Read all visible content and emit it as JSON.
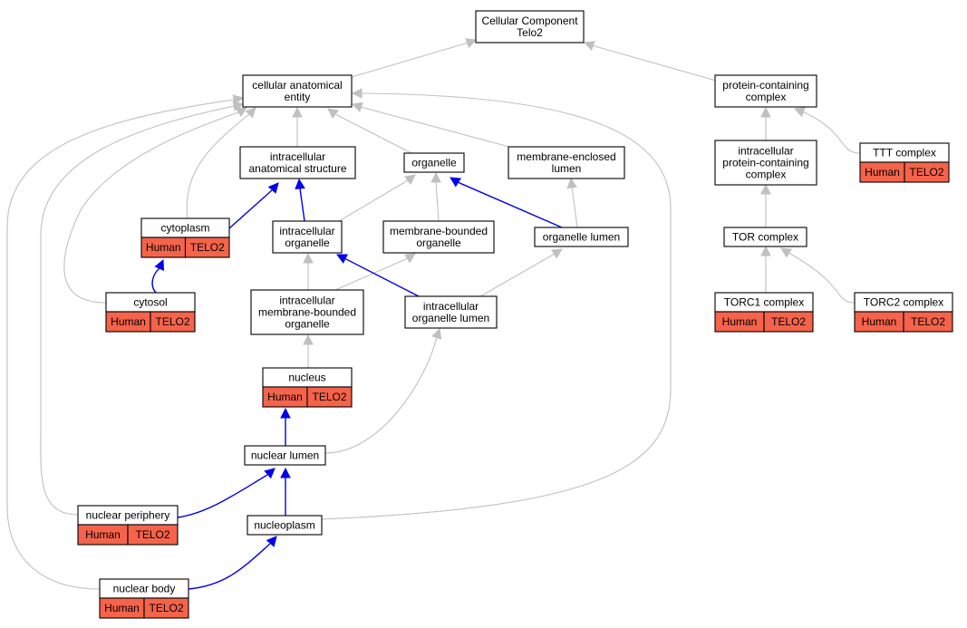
{
  "colors": {
    "gray_edge": "#c0c0c0",
    "blue_edge": "#0000ee",
    "annotation_fill": "#f5634a"
  },
  "nodes": [
    {
      "id": "cc",
      "lines": [
        "Cellular Component",
        "Telo2"
      ]
    },
    {
      "id": "cae",
      "lines": [
        "cellular anatomical",
        "entity"
      ]
    },
    {
      "id": "pcc",
      "lines": [
        "protein-containing",
        "complex"
      ]
    },
    {
      "id": "ias",
      "lines": [
        "intracellular",
        "anatomical structure"
      ]
    },
    {
      "id": "organelle",
      "lines": [
        "organelle"
      ]
    },
    {
      "id": "mel",
      "lines": [
        "membrane-enclosed",
        "lumen"
      ]
    },
    {
      "id": "ipcc",
      "lines": [
        "intracellular",
        "protein-containing",
        "complex"
      ]
    },
    {
      "id": "ttt",
      "lines": [
        "TTT complex"
      ],
      "ann": [
        "Human",
        "TELO2"
      ]
    },
    {
      "id": "cytoplasm",
      "lines": [
        "cytoplasm"
      ],
      "ann": [
        "Human",
        "TELO2"
      ]
    },
    {
      "id": "io",
      "lines": [
        "intracellular",
        "organelle"
      ]
    },
    {
      "id": "mbo",
      "lines": [
        "membrane-bounded",
        "organelle"
      ]
    },
    {
      "id": "ol",
      "lines": [
        "organelle lumen"
      ]
    },
    {
      "id": "tor",
      "lines": [
        "TOR complex"
      ]
    },
    {
      "id": "cytosol",
      "lines": [
        "cytosol"
      ],
      "ann": [
        "Human",
        "TELO2"
      ]
    },
    {
      "id": "imbo",
      "lines": [
        "intracellular",
        "membrane-bounded",
        "organelle"
      ]
    },
    {
      "id": "iol",
      "lines": [
        "intracellular",
        "organelle lumen"
      ]
    },
    {
      "id": "torc1",
      "lines": [
        "TORC1 complex"
      ],
      "ann": [
        "Human",
        "TELO2"
      ]
    },
    {
      "id": "torc2",
      "lines": [
        "TORC2 complex"
      ],
      "ann": [
        "Human",
        "TELO2"
      ]
    },
    {
      "id": "nucleus",
      "lines": [
        "nucleus"
      ],
      "ann": [
        "Human",
        "TELO2"
      ]
    },
    {
      "id": "nl",
      "lines": [
        "nuclear lumen"
      ]
    },
    {
      "id": "np",
      "lines": [
        "nuclear periphery"
      ],
      "ann": [
        "Human",
        "TELO2"
      ]
    },
    {
      "id": "nucleoplasm",
      "lines": [
        "nucleoplasm"
      ]
    },
    {
      "id": "nb",
      "lines": [
        "nuclear body"
      ],
      "ann": [
        "Human",
        "TELO2"
      ]
    }
  ],
  "edges": [
    {
      "from": "cae",
      "to": "cc",
      "kind": "is_a"
    },
    {
      "from": "pcc",
      "to": "cc",
      "kind": "is_a"
    },
    {
      "from": "ias",
      "to": "cae",
      "kind": "is_a"
    },
    {
      "from": "organelle",
      "to": "cae",
      "kind": "is_a"
    },
    {
      "from": "mel",
      "to": "cae",
      "kind": "is_a"
    },
    {
      "from": "cytoplasm",
      "to": "cae",
      "kind": "is_a"
    },
    {
      "from": "cytosol",
      "to": "cae",
      "kind": "is_a"
    },
    {
      "from": "np",
      "to": "cae",
      "kind": "is_a"
    },
    {
      "from": "nb",
      "to": "cae",
      "kind": "is_a"
    },
    {
      "from": "nucleoplasm",
      "to": "cae",
      "kind": "is_a"
    },
    {
      "from": "ipcc",
      "to": "pcc",
      "kind": "is_a"
    },
    {
      "from": "ttt",
      "to": "pcc",
      "kind": "is_a"
    },
    {
      "from": "tor",
      "to": "ipcc",
      "kind": "is_a"
    },
    {
      "from": "torc1",
      "to": "tor",
      "kind": "is_a"
    },
    {
      "from": "torc2",
      "to": "tor",
      "kind": "is_a"
    },
    {
      "from": "cytoplasm",
      "to": "ias",
      "kind": "part_of"
    },
    {
      "from": "io",
      "to": "ias",
      "kind": "part_of"
    },
    {
      "from": "io",
      "to": "organelle",
      "kind": "is_a"
    },
    {
      "from": "mbo",
      "to": "organelle",
      "kind": "is_a"
    },
    {
      "from": "ol",
      "to": "organelle",
      "kind": "part_of"
    },
    {
      "from": "ol",
      "to": "mel",
      "kind": "is_a"
    },
    {
      "from": "cytosol",
      "to": "cytoplasm",
      "kind": "part_of"
    },
    {
      "from": "imbo",
      "to": "io",
      "kind": "is_a"
    },
    {
      "from": "imbo",
      "to": "mbo",
      "kind": "is_a"
    },
    {
      "from": "iol",
      "to": "io",
      "kind": "part_of"
    },
    {
      "from": "iol",
      "to": "ol",
      "kind": "is_a"
    },
    {
      "from": "nucleus",
      "to": "imbo",
      "kind": "is_a"
    },
    {
      "from": "nl",
      "to": "nucleus",
      "kind": "part_of"
    },
    {
      "from": "nl",
      "to": "iol",
      "kind": "is_a"
    },
    {
      "from": "np",
      "to": "nl",
      "kind": "part_of"
    },
    {
      "from": "nucleoplasm",
      "to": "nl",
      "kind": "part_of"
    },
    {
      "from": "nb",
      "to": "nucleoplasm",
      "kind": "part_of"
    }
  ]
}
